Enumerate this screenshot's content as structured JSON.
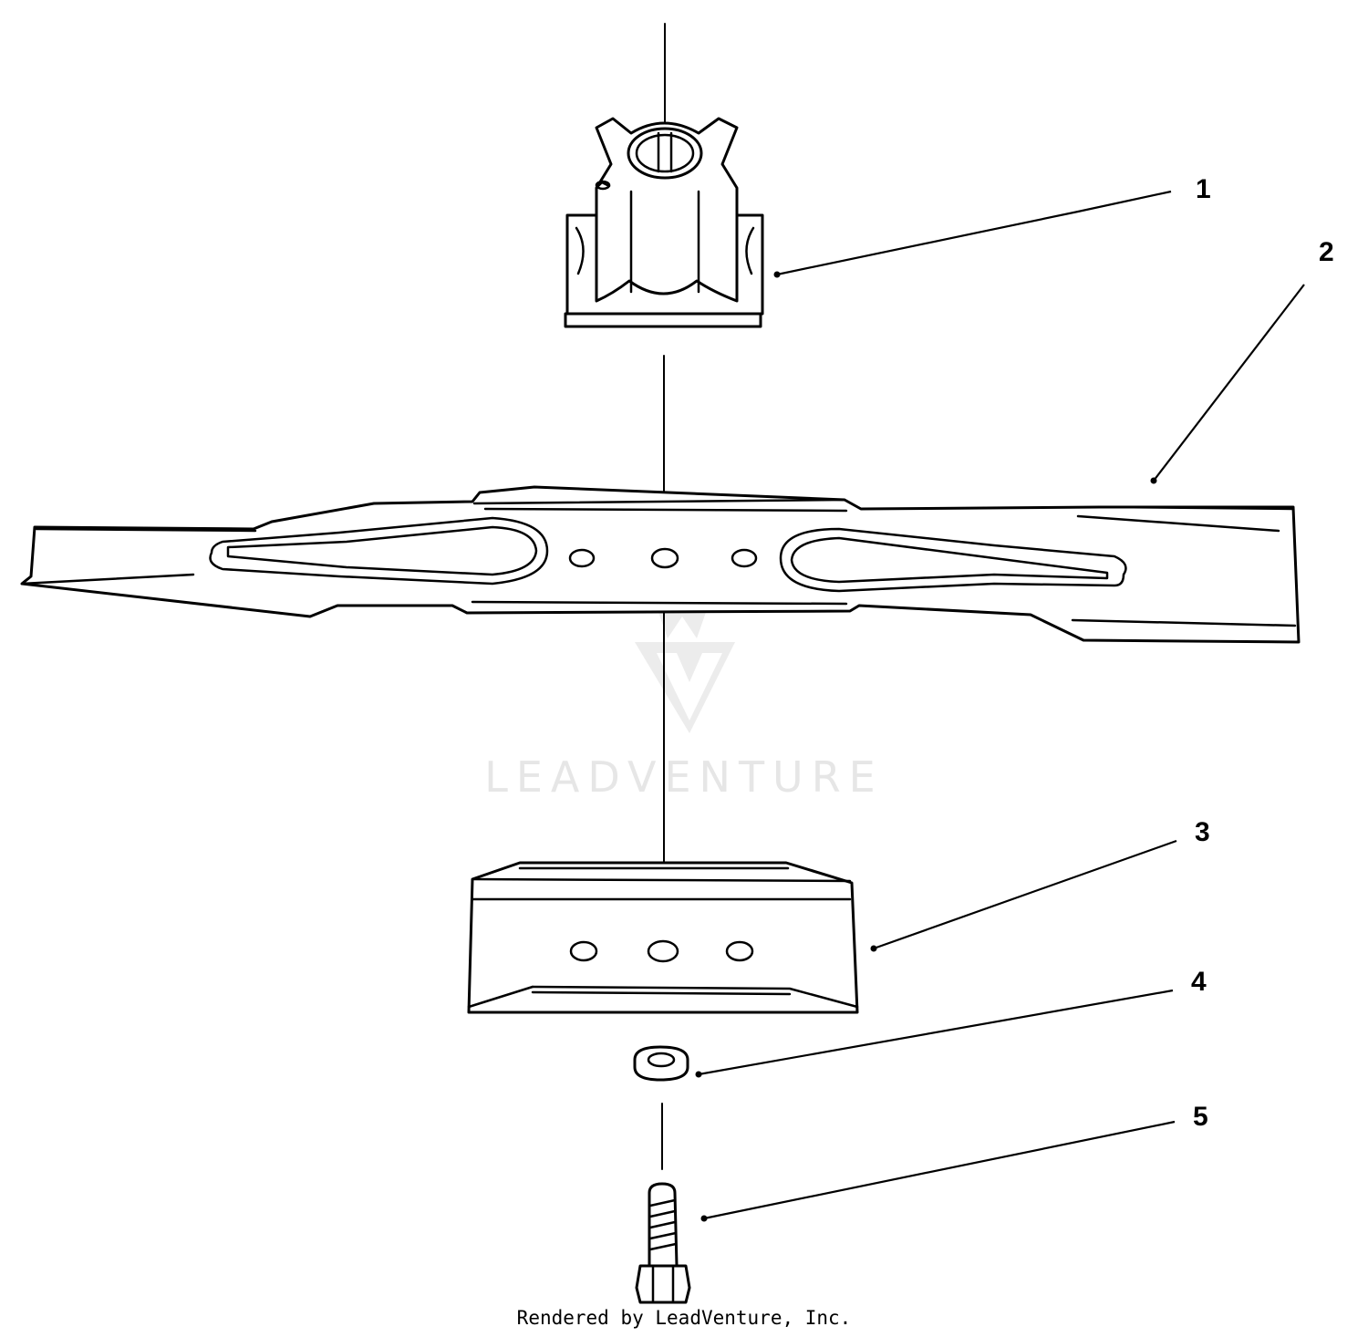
{
  "diagram": {
    "callouts": [
      {
        "label": "1"
      },
      {
        "label": "2"
      },
      {
        "label": "3"
      },
      {
        "label": "4"
      },
      {
        "label": "5"
      }
    ],
    "watermark": {
      "text": "LEADVENTURE",
      "logo_icon": "leadventure-logo-icon"
    },
    "credit": "Rendered by LeadVenture, Inc."
  }
}
